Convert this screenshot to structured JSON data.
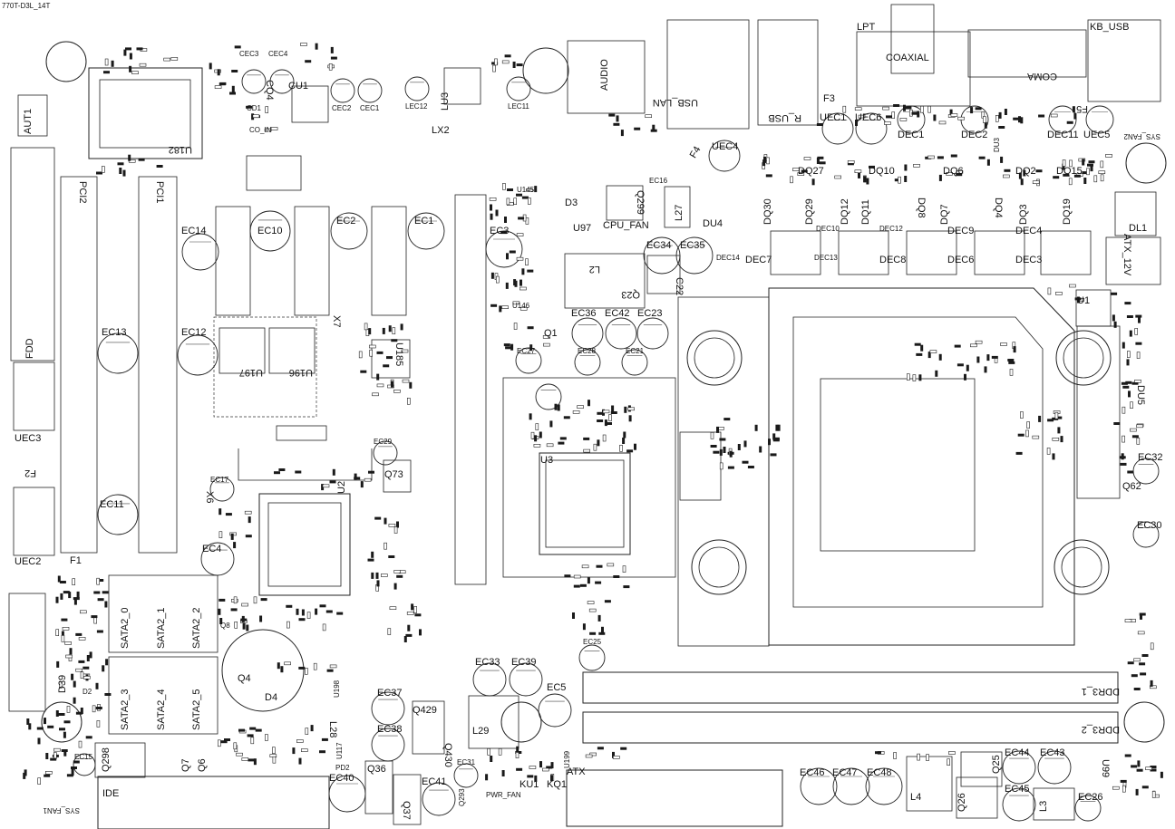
{
  "board_name": "770T-D3L_14T",
  "labels": {
    "lpt": "LPT",
    "kb_usb": "KB_USB",
    "coaxial": "COAXIAL",
    "coma": "COMA",
    "audio": "AUDIO",
    "usb_lan": "USB_LAN",
    "r_usb": "R_USB",
    "f3": "F3",
    "f4": "F4",
    "f5": "F5",
    "uec1": "UEC1",
    "uec6": "UEC6",
    "uec4": "UEC4",
    "uec5": "UEC5",
    "dec1": "DEC1",
    "dec2": "DEC2",
    "dec11": "DEC11",
    "du3": "DU3",
    "dq27": "DQ27",
    "dq10": "DQ10",
    "dq6": "DQ6",
    "dq2": "DQ2",
    "dq15": "DQ15",
    "dq30": "DQ30",
    "dq29": "DQ29",
    "dq12": "DQ12",
    "dq11": "DQ11",
    "dq8": "DQ8",
    "dq7": "DQ7",
    "dq4": "DQ4",
    "dq3": "DQ3",
    "dq19": "DQ19",
    "dec10": "DEC10",
    "dec12": "DEC12",
    "dec9": "DEC9",
    "dec4": "DEC4",
    "dec13": "DEC13",
    "dec8": "DEC8",
    "dec6": "DEC6",
    "dec3": "DEC3",
    "dec7": "DEC7",
    "dec14": "DEC14",
    "dl1": "DL1",
    "atx_12v": "ATX_12V",
    "u1": "U1",
    "du5": "DU5",
    "ec32": "EC32",
    "q62": "Q62",
    "ec30": "EC30",
    "aut1": "AUT1",
    "u182": "U182",
    "cec3": "CEC3",
    "cec4": "CEC4",
    "cq4": "CQ4",
    "cu1": "CU1",
    "cec2": "CEC2",
    "cec1": "CEC1",
    "cd1": "CD1",
    "co_in": "CO_IN",
    "lec12": "LEC12",
    "lu3": "LU3",
    "lec11": "LEC11",
    "lx2": "LX2",
    "pci2": "PCI2",
    "pci1": "PCI1",
    "fdd": "FDD",
    "uec3": "UEC3",
    "f2": "F2",
    "uec2": "UEC2",
    "f1": "F1",
    "ec13": "EC13",
    "ec11": "EC11",
    "ec14": "EC14",
    "ec10": "EC10",
    "ec2": "EC2",
    "ec1": "EC1",
    "ec3": "EC3",
    "ec12": "EC12",
    "x7": "X7",
    "u197": "U197",
    "u196": "U196",
    "u185": "U185",
    "ec29": "EC29",
    "ec17": "EC17",
    "x6": "X6",
    "ec4": "EC4",
    "u2": "U2",
    "q73": "Q73",
    "q8": "Q8",
    "d3": "D3",
    "u145": "U145",
    "u146": "U146",
    "q299": "Q299",
    "ec16": "EC16",
    "u97": "U97",
    "cpu_fan": "CPU_FAN",
    "l27": "L27",
    "du4": "DU4",
    "ec34": "EC34",
    "ec35": "EC35",
    "l2": "L2",
    "q23": "Q23",
    "c22": "C22",
    "ec36": "EC36",
    "ec42": "EC42",
    "ec23": "EC23",
    "q1": "Q1",
    "ec27": "EC27",
    "ec28": "EC28",
    "ec21": "EC21",
    "u3": "U3",
    "ec25": "EC25",
    "ec33": "EC33",
    "ec39": "EC39",
    "ec5": "EC5",
    "ec37": "EC37",
    "ec38": "EC38",
    "q429": "Q429",
    "l29": "L29",
    "q430": "Q430",
    "ec31": "EC31",
    "q36": "Q36",
    "ec40": "EC40",
    "ec41": "EC41",
    "q37": "Q37",
    "q293": "Q293",
    "pd2": "PD2",
    "pwr_fan": "PWR_FAN",
    "ku1": "KU1",
    "kq1": "KQ1",
    "atx": "ATX",
    "u199": "U199",
    "l28": "L28",
    "u198": "U198",
    "u117": "U117",
    "sata2_0": "SATA2_0",
    "sata2_1": "SATA2_1",
    "sata2_2": "SATA2_2",
    "sata2_3": "SATA2_3",
    "sata2_4": "SATA2_4",
    "sata2_5": "SATA2_5",
    "d39": "D39",
    "d2": "D2",
    "q4": "Q4",
    "d4": "D4",
    "ec15": "EC15",
    "q298": "Q298",
    "q7": "Q7",
    "q6": "Q6",
    "ide": "IDE",
    "sys_fan1": "SYS_FAN1",
    "sys_fan2": "SYS_FAN2",
    "ddr3_1": "DDR3_1",
    "ddr3_2": "DDR3_2",
    "ec46": "EC46",
    "ec47": "EC47",
    "ec48": "EC48",
    "l4": "L4",
    "q26": "Q26",
    "q25": "Q25",
    "ec44": "EC44",
    "ec43": "EC43",
    "ec45": "EC45",
    "l3": "L3",
    "ec26": "EC26",
    "u99": "U99"
  }
}
